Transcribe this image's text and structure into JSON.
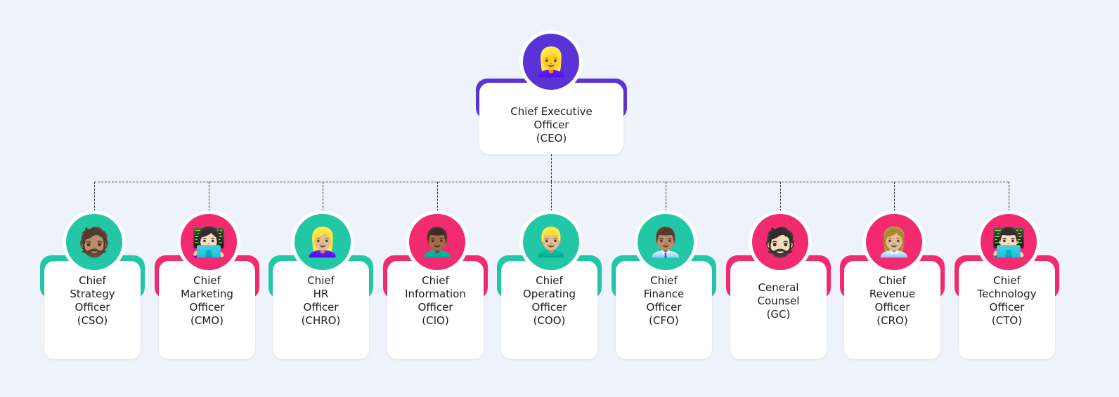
{
  "colors": {
    "purple": "#5a33d6",
    "teal": "#22c7a6",
    "pink": "#f22a70",
    "background": "#eef2fa"
  },
  "ceo": {
    "title": "Chief Executive\nOfficer\n(CEO)",
    "avatar": "👱‍♀️",
    "color": "#5a33d6"
  },
  "reports": [
    {
      "title": "Chief\nStrategy\nOfficer\n(CSO)",
      "avatar": "🧔🏽",
      "color": "#22c7a6"
    },
    {
      "title": "Chief\nMarketing\nOfficer\n(CMO)",
      "avatar": "👩🏻‍💻",
      "color": "#f22a70"
    },
    {
      "title": "Chief\nHR\nOfficer\n(CHRO)",
      "avatar": "👱🏼‍♀️",
      "color": "#22c7a6"
    },
    {
      "title": "Chief\nInformation\nOfficer\n(CIO)",
      "avatar": "👨🏾‍🦱",
      "color": "#f22a70"
    },
    {
      "title": "Chief\nOperating\nOfficer\n(COO)",
      "avatar": "👱🏼‍♂️",
      "color": "#22c7a6"
    },
    {
      "title": "Chief\nFinance\nOfficer\n(CFO)",
      "avatar": "👨🏽‍💼",
      "color": "#22c7a6"
    },
    {
      "title": "Ceneral\nCounsel\n(GC)",
      "avatar": "🧔🏻",
      "color": "#f22a70"
    },
    {
      "title": "Chief\nRevenue\nOfficer\n(CRO)",
      "avatar": "👩🏼‍💼",
      "color": "#f22a70"
    },
    {
      "title": "Chief\nTechnology\nOfficer\n(CTO)",
      "avatar": "👨🏻‍💻",
      "color": "#f22a70"
    }
  ]
}
